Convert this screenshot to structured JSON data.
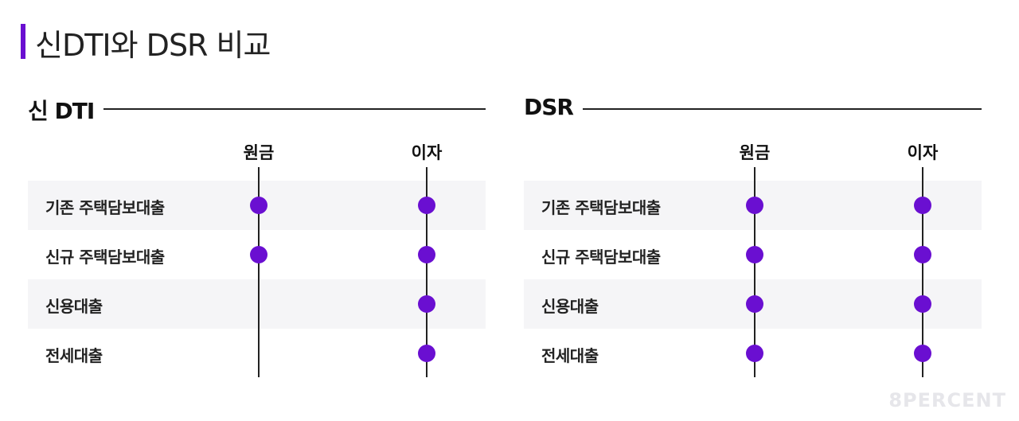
{
  "title": "신DTI와 DSR 비교",
  "accent_color": "#6a0fd1",
  "columns": [
    "원금",
    "이자"
  ],
  "rows": [
    "기존 주택담보대출",
    "신규 주택담보대출",
    "신용대출",
    "전세대출"
  ],
  "panels": [
    {
      "heading": "신 DTI",
      "included": [
        [
          true,
          true
        ],
        [
          true,
          true
        ],
        [
          false,
          true
        ],
        [
          false,
          true
        ]
      ]
    },
    {
      "heading": "DSR",
      "included": [
        [
          true,
          true
        ],
        [
          true,
          true
        ],
        [
          true,
          true
        ],
        [
          true,
          true
        ]
      ]
    }
  ],
  "logo_text": "8PERCENT"
}
